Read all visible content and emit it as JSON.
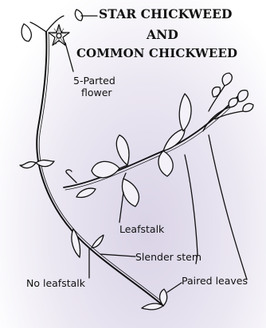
{
  "title": {
    "line1": "STAR CHICKWEED",
    "line2": "AND",
    "line3": "COMMON CHICKWEED"
  },
  "labels": {
    "flower_line1": "5-Parted",
    "flower_line2": "flower",
    "leafstalk": "Leafstalk",
    "slender_stem": "Slender stem",
    "no_leafstalk": "No leafstalk",
    "paired_leaves": "Paired leaves"
  },
  "colors": {
    "ink": "#111111",
    "background_tint": "#d9d3e6"
  }
}
